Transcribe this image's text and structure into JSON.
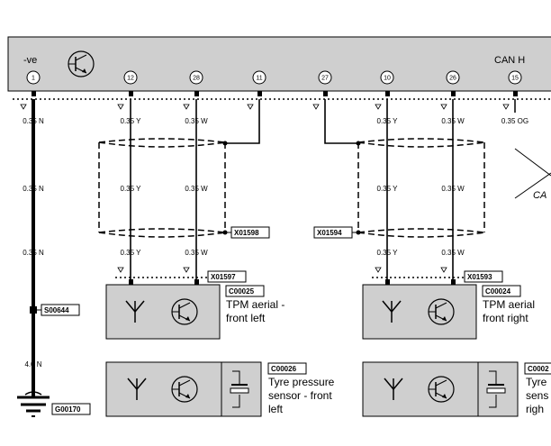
{
  "ecu": {
    "left_label": "-ve",
    "right_label": "CAN H",
    "pins": [
      "1",
      "12",
      "28",
      "11",
      "27",
      "10",
      "26",
      "15"
    ],
    "cut_label": "CA"
  },
  "wires": {
    "ground_gauge": "0.35 N",
    "yellow": "0.35 Y",
    "white": "0.35 W",
    "can": "0.35 OG",
    "thick_ground": "4.0 N"
  },
  "connectors": {
    "screen_left": "X01598",
    "screen_right": "X01594",
    "aerial_left_conn": "X01597",
    "aerial_right_conn": "X01593",
    "splice": "S00644",
    "ground": "G00170"
  },
  "components": {
    "aerial_left_code": "C00025",
    "aerial_left_desc": [
      "TPM aerial -",
      "front left"
    ],
    "aerial_right_code": "C00024",
    "aerial_right_desc": [
      "TPM aerial",
      "front right"
    ],
    "sensor_left_code": "C00026",
    "sensor_left_desc": [
      "Tyre pressure",
      "sensor - front",
      "left"
    ],
    "sensor_right_code": "C0002",
    "sensor_right_desc": [
      "Tyre",
      "sens",
      "righ"
    ]
  }
}
